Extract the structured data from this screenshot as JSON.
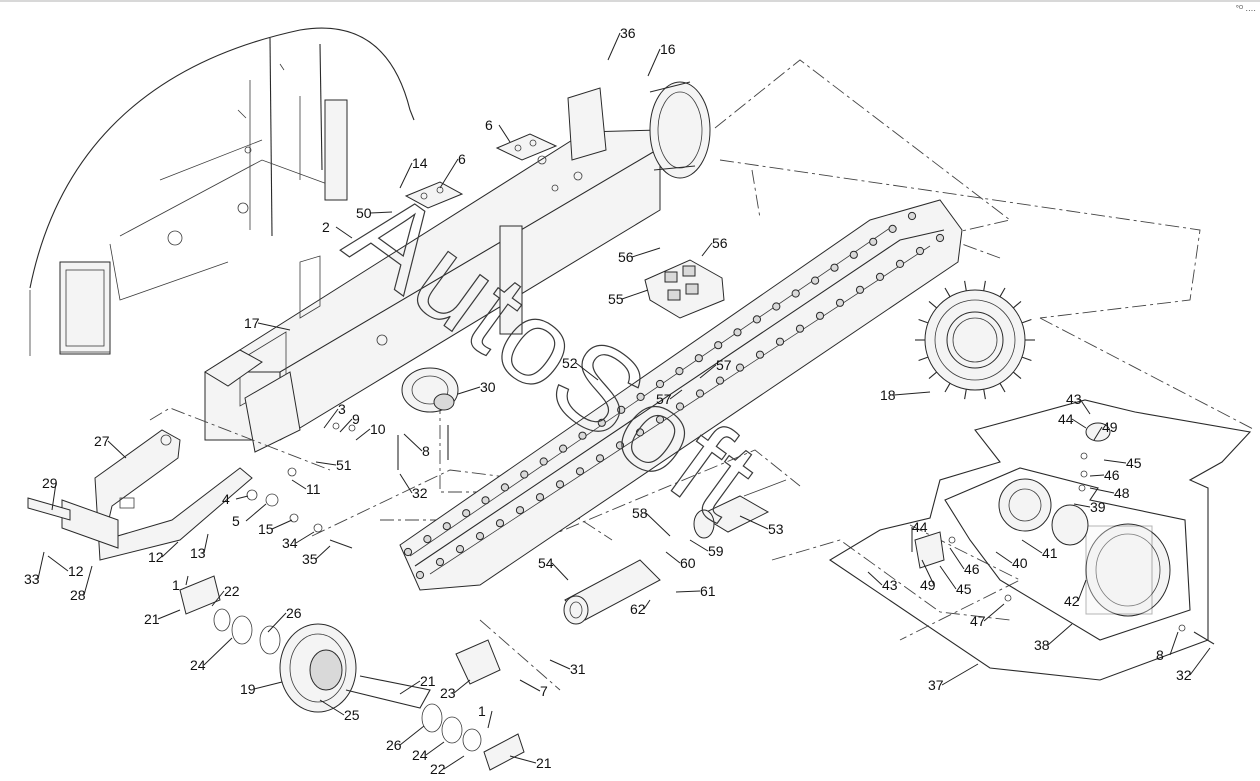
{
  "watermark": "AutoSoft",
  "corner_mark": "°ᴼ ‥‥",
  "callouts": [
    {
      "id": "c36",
      "label": "36"
    },
    {
      "id": "c16",
      "label": "16"
    },
    {
      "id": "c6a",
      "label": "6"
    },
    {
      "id": "c14",
      "label": "14"
    },
    {
      "id": "c6b",
      "label": "6"
    },
    {
      "id": "c50",
      "label": "50"
    },
    {
      "id": "c2",
      "label": "2"
    },
    {
      "id": "c56a",
      "label": "56"
    },
    {
      "id": "c56b",
      "label": "56"
    },
    {
      "id": "c55",
      "label": "55"
    },
    {
      "id": "c17",
      "label": "17"
    },
    {
      "id": "c52",
      "label": "52"
    },
    {
      "id": "c57a",
      "label": "57"
    },
    {
      "id": "c57b",
      "label": "57"
    },
    {
      "id": "c30",
      "label": "30"
    },
    {
      "id": "c18",
      "label": "18"
    },
    {
      "id": "c3",
      "label": "3"
    },
    {
      "id": "c9",
      "label": "9"
    },
    {
      "id": "c10",
      "label": "10"
    },
    {
      "id": "c8a",
      "label": "8"
    },
    {
      "id": "c43a",
      "label": "43"
    },
    {
      "id": "c44a",
      "label": "44"
    },
    {
      "id": "c49a",
      "label": "49"
    },
    {
      "id": "c27",
      "label": "27"
    },
    {
      "id": "c51",
      "label": "51"
    },
    {
      "id": "c11",
      "label": "11"
    },
    {
      "id": "c32a",
      "label": "32"
    },
    {
      "id": "c45a",
      "label": "45"
    },
    {
      "id": "c46a",
      "label": "46"
    },
    {
      "id": "c48",
      "label": "48"
    },
    {
      "id": "c29",
      "label": "29"
    },
    {
      "id": "c4",
      "label": "4"
    },
    {
      "id": "c5",
      "label": "5"
    },
    {
      "id": "c15",
      "label": "15"
    },
    {
      "id": "c12a",
      "label": "12"
    },
    {
      "id": "c13",
      "label": "13"
    },
    {
      "id": "c34",
      "label": "34"
    },
    {
      "id": "c35",
      "label": "35"
    },
    {
      "id": "c33",
      "label": "33"
    },
    {
      "id": "c12b",
      "label": "12"
    },
    {
      "id": "c28",
      "label": "28"
    },
    {
      "id": "c58",
      "label": "58"
    },
    {
      "id": "c53",
      "label": "53"
    },
    {
      "id": "c60",
      "label": "60"
    },
    {
      "id": "c59",
      "label": "59"
    },
    {
      "id": "c39",
      "label": "39"
    },
    {
      "id": "c44b",
      "label": "44"
    },
    {
      "id": "c41",
      "label": "41"
    },
    {
      "id": "c40",
      "label": "40"
    },
    {
      "id": "c46b",
      "label": "46"
    },
    {
      "id": "c45b",
      "label": "45"
    },
    {
      "id": "c49b",
      "label": "49"
    },
    {
      "id": "c43b",
      "label": "43"
    },
    {
      "id": "c54",
      "label": "54"
    },
    {
      "id": "c61",
      "label": "61"
    },
    {
      "id": "c62",
      "label": "62"
    },
    {
      "id": "c1a",
      "label": "1"
    },
    {
      "id": "c22a",
      "label": "22"
    },
    {
      "id": "c21a",
      "label": "21"
    },
    {
      "id": "c26a",
      "label": "26"
    },
    {
      "id": "c24a",
      "label": "24"
    },
    {
      "id": "c42",
      "label": "42"
    },
    {
      "id": "c47",
      "label": "47"
    },
    {
      "id": "c38",
      "label": "38"
    },
    {
      "id": "c19",
      "label": "19"
    },
    {
      "id": "c31",
      "label": "31"
    },
    {
      "id": "c7",
      "label": "7"
    },
    {
      "id": "c23",
      "label": "23"
    },
    {
      "id": "c21b",
      "label": "21"
    },
    {
      "id": "c25",
      "label": "25"
    },
    {
      "id": "c8b",
      "label": "8"
    },
    {
      "id": "c32b",
      "label": "32"
    },
    {
      "id": "c37",
      "label": "37"
    },
    {
      "id": "c1b",
      "label": "1"
    },
    {
      "id": "c26b",
      "label": "26"
    },
    {
      "id": "c24b",
      "label": "24"
    },
    {
      "id": "c22b",
      "label": "22"
    },
    {
      "id": "c21c",
      "label": "21"
    }
  ]
}
